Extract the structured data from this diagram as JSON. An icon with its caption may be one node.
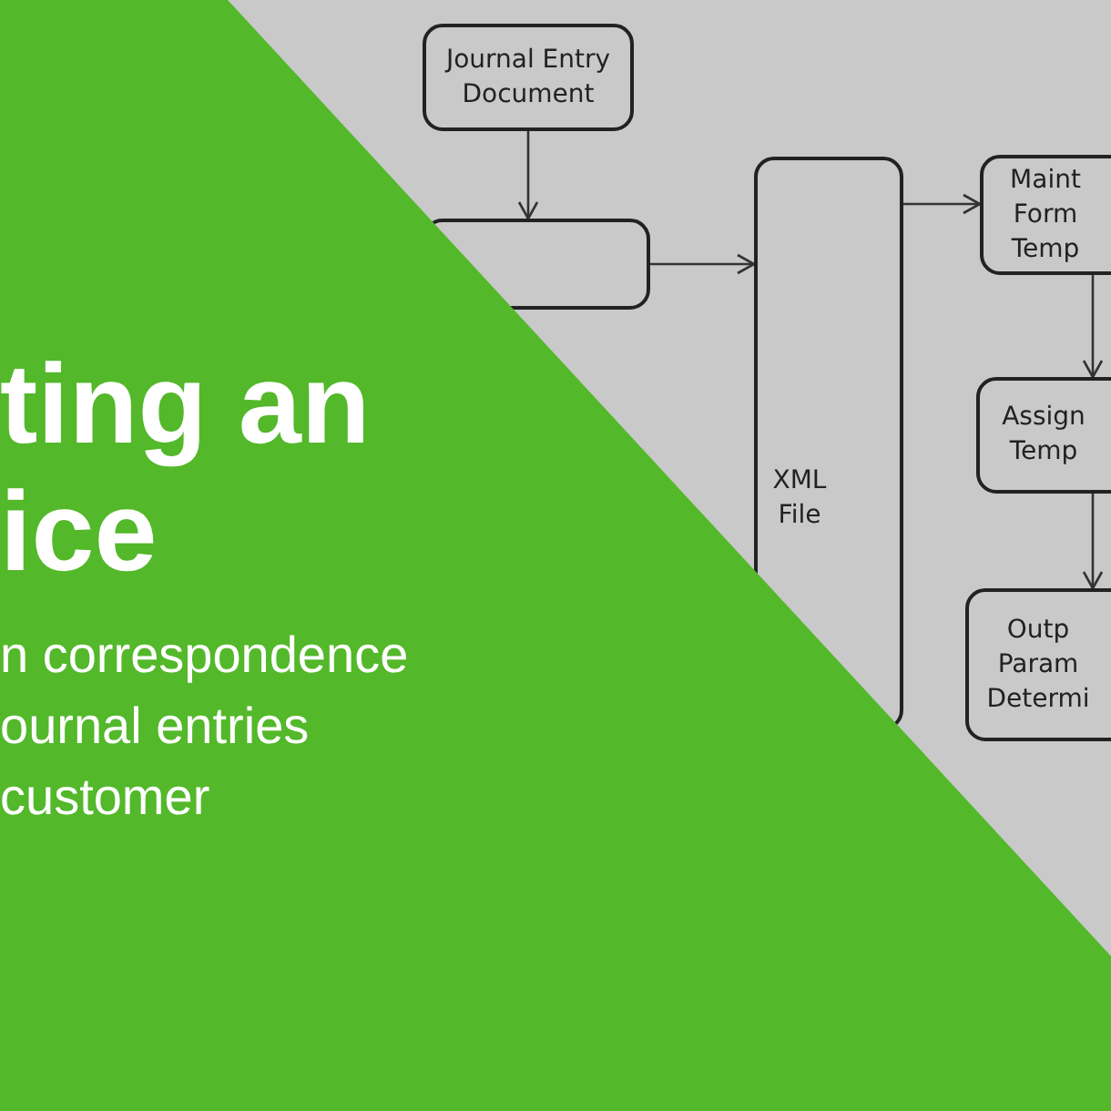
{
  "diagram": {
    "nodes": [
      {
        "text": [
          "Journal Entry Document"
        ]
      },
      {
        "text": [],
        "shape": "box"
      },
      {
        "text": [
          "XML File"
        ]
      },
      {
        "text": [
          "Maint Form Temp"
        ]
      },
      {
        "text": [
          "Assign Temp"
        ]
      },
      {
        "text": [
          "Outp Param Determi"
        ]
      }
    ],
    "edges": [
      {
        "from": 0,
        "to": 1,
        "arrow": "to"
      },
      {
        "from": 1,
        "to": 2,
        "arrow": "to"
      },
      {
        "from": 2,
        "to": 3,
        "arrow": "to"
      },
      {
        "from": 3,
        "to": 4,
        "arrow": "to"
      },
      {
        "from": 4,
        "to": 5,
        "arrow": "to"
      }
    ],
    "labels": [
      "ting an ice",
      "n correspondence ournal entries customer"
    ]
  }
}
